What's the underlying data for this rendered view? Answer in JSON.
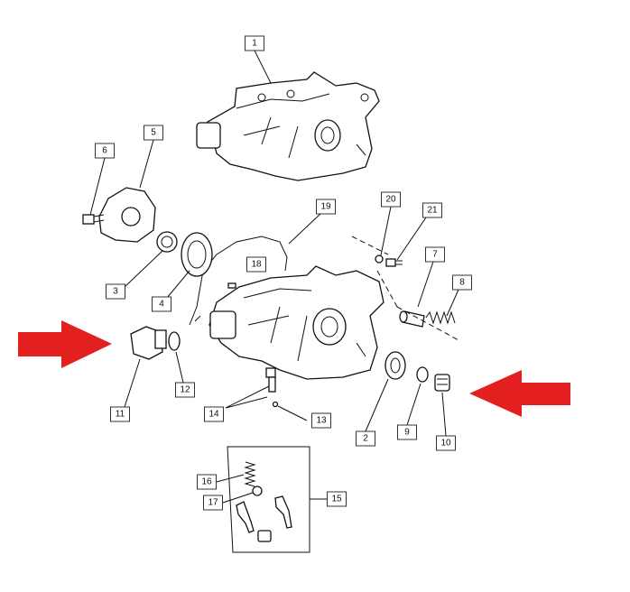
{
  "diagram": {
    "callouts": [
      "1",
      "2",
      "3",
      "4",
      "5",
      "6",
      "7",
      "8",
      "9",
      "10",
      "11",
      "12",
      "13",
      "14",
      "15",
      "16",
      "17",
      "18",
      "19",
      "20",
      "21"
    ]
  },
  "colors": {
    "arrow": "#e3201f",
    "line": "#111111"
  }
}
